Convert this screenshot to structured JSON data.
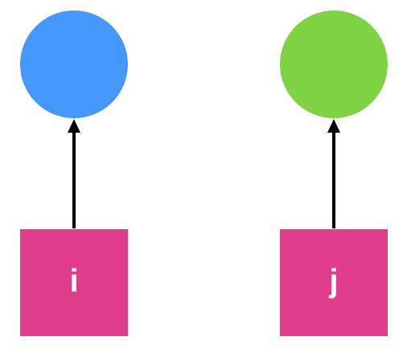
{
  "diagram": {
    "nodes": [
      {
        "id": "node-left-top",
        "shape": "circle",
        "color": "#4497FB"
      },
      {
        "id": "node-right-top",
        "shape": "circle",
        "color": "#80D245"
      },
      {
        "id": "node-left-bottom",
        "shape": "square",
        "color": "#E03E8D",
        "label": "i",
        "label_color": "#FFFFFF"
      },
      {
        "id": "node-right-bottom",
        "shape": "square",
        "color": "#E03E8D",
        "label": "j",
        "label_color": "#FFFFFF"
      }
    ],
    "edges": [
      {
        "from": "node-left-bottom",
        "to": "node-left-top",
        "color": "#000000"
      },
      {
        "from": "node-right-bottom",
        "to": "node-right-top",
        "color": "#000000"
      }
    ]
  }
}
